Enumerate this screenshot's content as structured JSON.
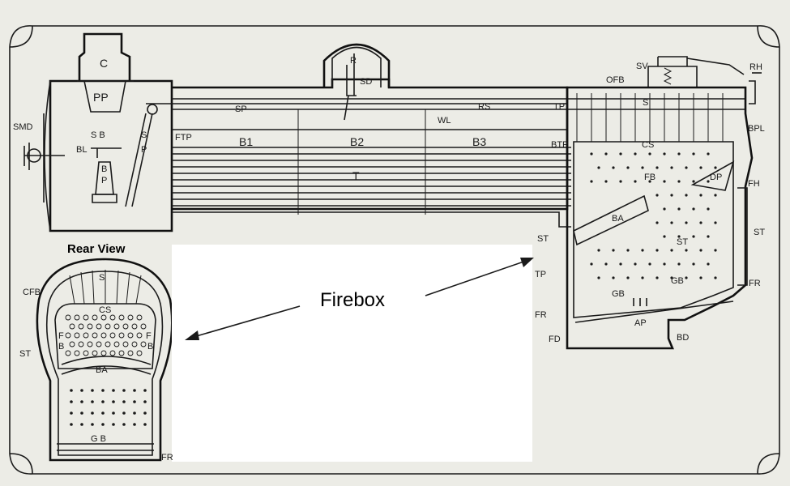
{
  "rear_view": {
    "title": "Rear View",
    "labels": {
      "s": "S",
      "cfb": "CFB",
      "cs": "CS",
      "f_left": "F",
      "b_left": "B",
      "f_right": "F",
      "b_right": "B",
      "st": "ST",
      "ba": "BA",
      "gb": "G B",
      "fr": "FR"
    }
  },
  "firebox_callout": "Firebox",
  "boiler": {
    "labels": {
      "c": "C",
      "pp": "PP",
      "smd": "SMD",
      "sb": "S B",
      "bl": "BL",
      "bp_b": "B",
      "bp_p": "P",
      "sp_s": "S",
      "sp_p": "P",
      "r": "R",
      "sd": "SD",
      "sp": "SP",
      "rs": "RS",
      "tp_top": "TP",
      "wl": "WL",
      "ftp": "FTP",
      "b1": "B1",
      "b2": "B2",
      "b3": "B3",
      "btp": "BTP",
      "t": "T",
      "sv": "SV",
      "ofb": "OFB",
      "s": "S",
      "rh": "RH",
      "bpl": "BPL"
    }
  },
  "firebox": {
    "labels": {
      "cs": "CS",
      "fb": "FB",
      "dp": "DP",
      "fh": "FH",
      "ba": "BA",
      "st_outer": "ST",
      "st_inner": "ST",
      "st_right": "ST",
      "tp": "TP",
      "gb1": "GB",
      "gb2": "GB",
      "fr_left": "FR",
      "fr_right": "FR",
      "fd": "FD",
      "ap": "AP",
      "bd": "BD"
    }
  }
}
